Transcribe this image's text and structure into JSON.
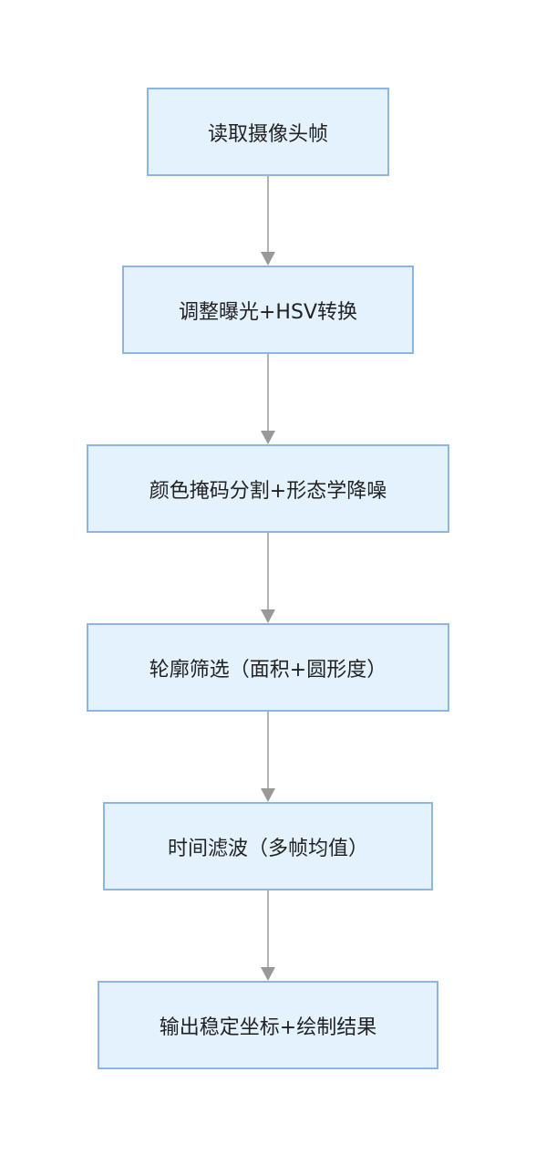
{
  "flowchart": {
    "nodes": [
      {
        "label": "读取摄像头帧"
      },
      {
        "label": "调整曝光+HSV转换"
      },
      {
        "label": "颜色掩码分割+形态学降噪"
      },
      {
        "label": "轮廓筛选（面积+圆形度）"
      },
      {
        "label": "时间滤波（多帧均值）"
      },
      {
        "label": "输出稳定坐标+绘制结果"
      }
    ],
    "edges": [
      {
        "from": 0,
        "to": 1
      },
      {
        "from": 1,
        "to": 2
      },
      {
        "from": 2,
        "to": 3
      },
      {
        "from": 3,
        "to": 4
      },
      {
        "from": 4,
        "to": 5
      }
    ],
    "colors": {
      "node_fill": "#e3f2fc",
      "node_border": "#8cb4e4",
      "edge": "#999999"
    }
  }
}
